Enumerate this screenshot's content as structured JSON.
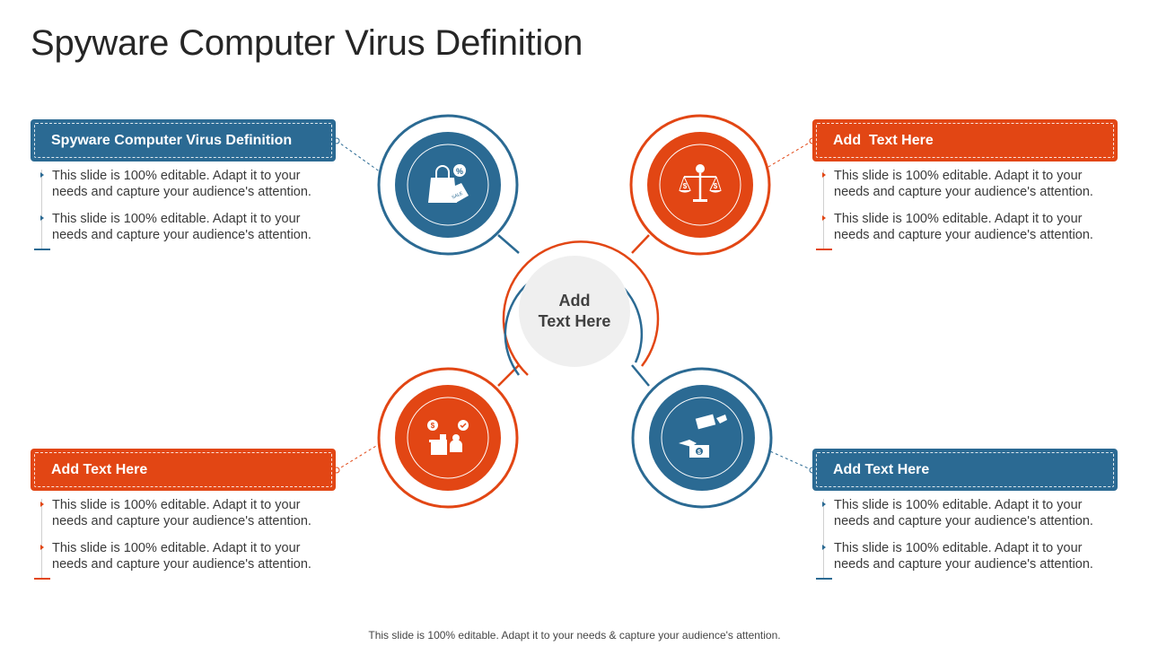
{
  "title": "Spyware Computer Virus Definition",
  "colors": {
    "blue": "#2b6a93",
    "orange": "#e24614",
    "center_fill": "#efefef"
  },
  "center": {
    "line1": "Add",
    "line2": "Text Here"
  },
  "panels": [
    {
      "heading": "Spyware Computer Virus Definition",
      "color": "blue",
      "bullets": [
        "This slide is 100% editable. Adapt it to your needs and capture your audience's attention.",
        "This slide is 100% editable. Adapt it to your needs and capture your audience's attention."
      ]
    },
    {
      "heading": "Add  Text Here",
      "color": "orange",
      "bullets": [
        "This slide is 100% editable. Adapt it to your needs and capture your audience's attention.",
        "This slide is 100% editable. Adapt it to your needs and capture your audience's attention."
      ]
    },
    {
      "heading": "Add Text Here",
      "color": "orange",
      "bullets": [
        "This slide is 100% editable. Adapt it to your needs and capture your audience's attention.",
        "This slide is 100% editable. Adapt it to your needs and capture your audience's attention."
      ]
    },
    {
      "heading": "Add Text Here",
      "color": "blue",
      "bullets": [
        "This slide is 100% editable. Adapt it to your needs and capture your audience's attention.",
        "This slide is 100% editable. Adapt it to your needs and capture your audience's attention."
      ]
    }
  ],
  "icons": [
    "shopping-bag-sale-icon",
    "justice-scale-icon",
    "accountant-desk-icon",
    "money-exchange-hands-icon"
  ],
  "footer": "This slide is 100% editable. Adapt it to your needs & capture your audience's attention."
}
